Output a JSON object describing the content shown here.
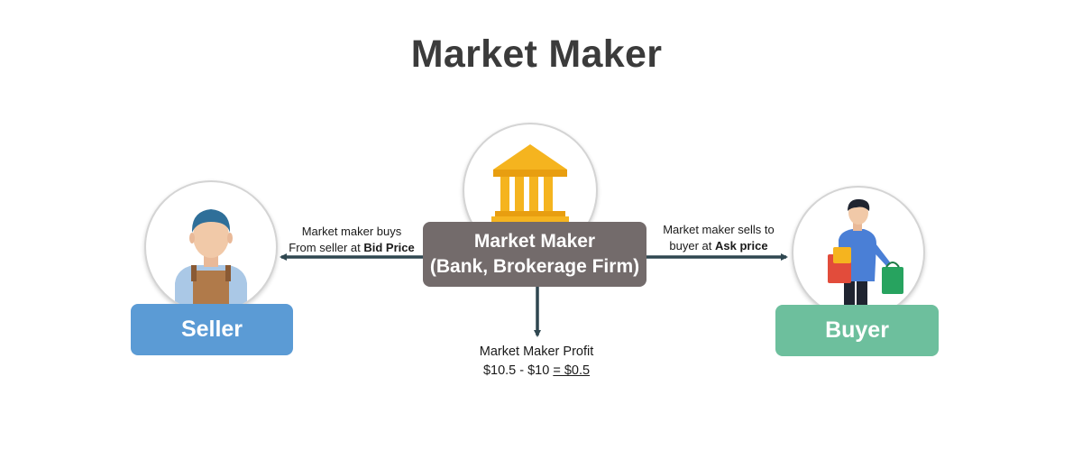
{
  "title": "Market Maker",
  "market_maker": {
    "line1": "Market Maker",
    "line2": "(Bank, Brokerage Firm)",
    "icon": "bank-building-icon"
  },
  "seller": {
    "label": "Seller",
    "icon": "seller-person-icon",
    "color": "#5b9bd5"
  },
  "buyer": {
    "label": "Buyer",
    "icon": "buyer-person-shopping-icon",
    "color": "#6dbf9d"
  },
  "left_note": {
    "line1": "Market maker buys",
    "line2_prefix": "From seller at ",
    "line2_bold": "Bid Price"
  },
  "right_note": {
    "line1": "Market maker sells to",
    "line2_prefix": "buyer at ",
    "line2_bold": "Ask price"
  },
  "profit": {
    "line1": "Market Maker Profit",
    "line2_prefix": "$10.5 - $10 ",
    "line2_result": "= $0.5"
  },
  "colors": {
    "arrow": "#2f4750",
    "box": "#736b6b",
    "title": "#3b3b3b"
  }
}
